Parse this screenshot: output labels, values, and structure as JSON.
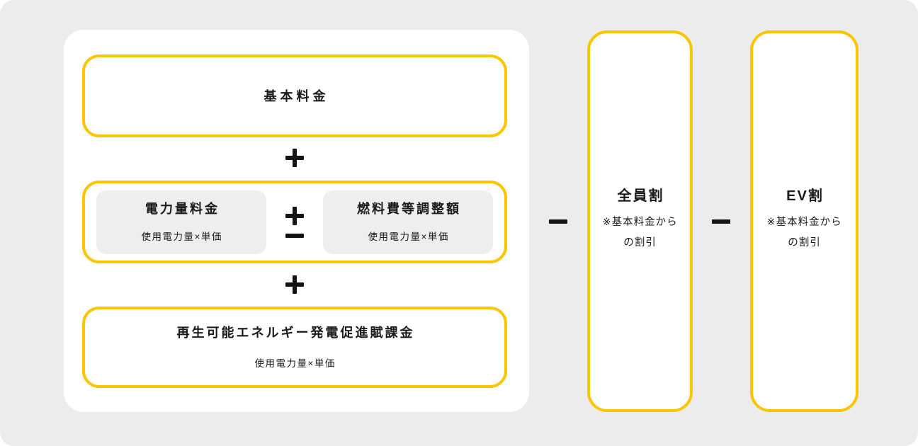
{
  "colors": {
    "background": "#ececec",
    "panel_background": "#ffffff",
    "accent_border": "#FBC600",
    "card_background": "#eeeeee",
    "text": "#1a1a1a"
  },
  "formula": {
    "base_charge": {
      "title": "基本料金"
    },
    "usage_group": {
      "energy_charge": {
        "title": "電力量料金",
        "formula": "使用電力量×単価"
      },
      "fuel_adjustment": {
        "title": "燃料費等調整額",
        "formula": "使用電力量×単価"
      }
    },
    "renewable_levy": {
      "title": "再生可能エネルギー発電促進賦課金",
      "formula": "使用電力量×単価"
    },
    "operators": {
      "plus": "＋",
      "plus_minus": "＋−",
      "minus": "−"
    }
  },
  "discounts": [
    {
      "title": "全員割",
      "note_line1": "※基本料金から",
      "note_line2": "の割引"
    },
    {
      "title": "EV割",
      "note_line1": "※基本料金から",
      "note_line2": "の割引"
    }
  ]
}
